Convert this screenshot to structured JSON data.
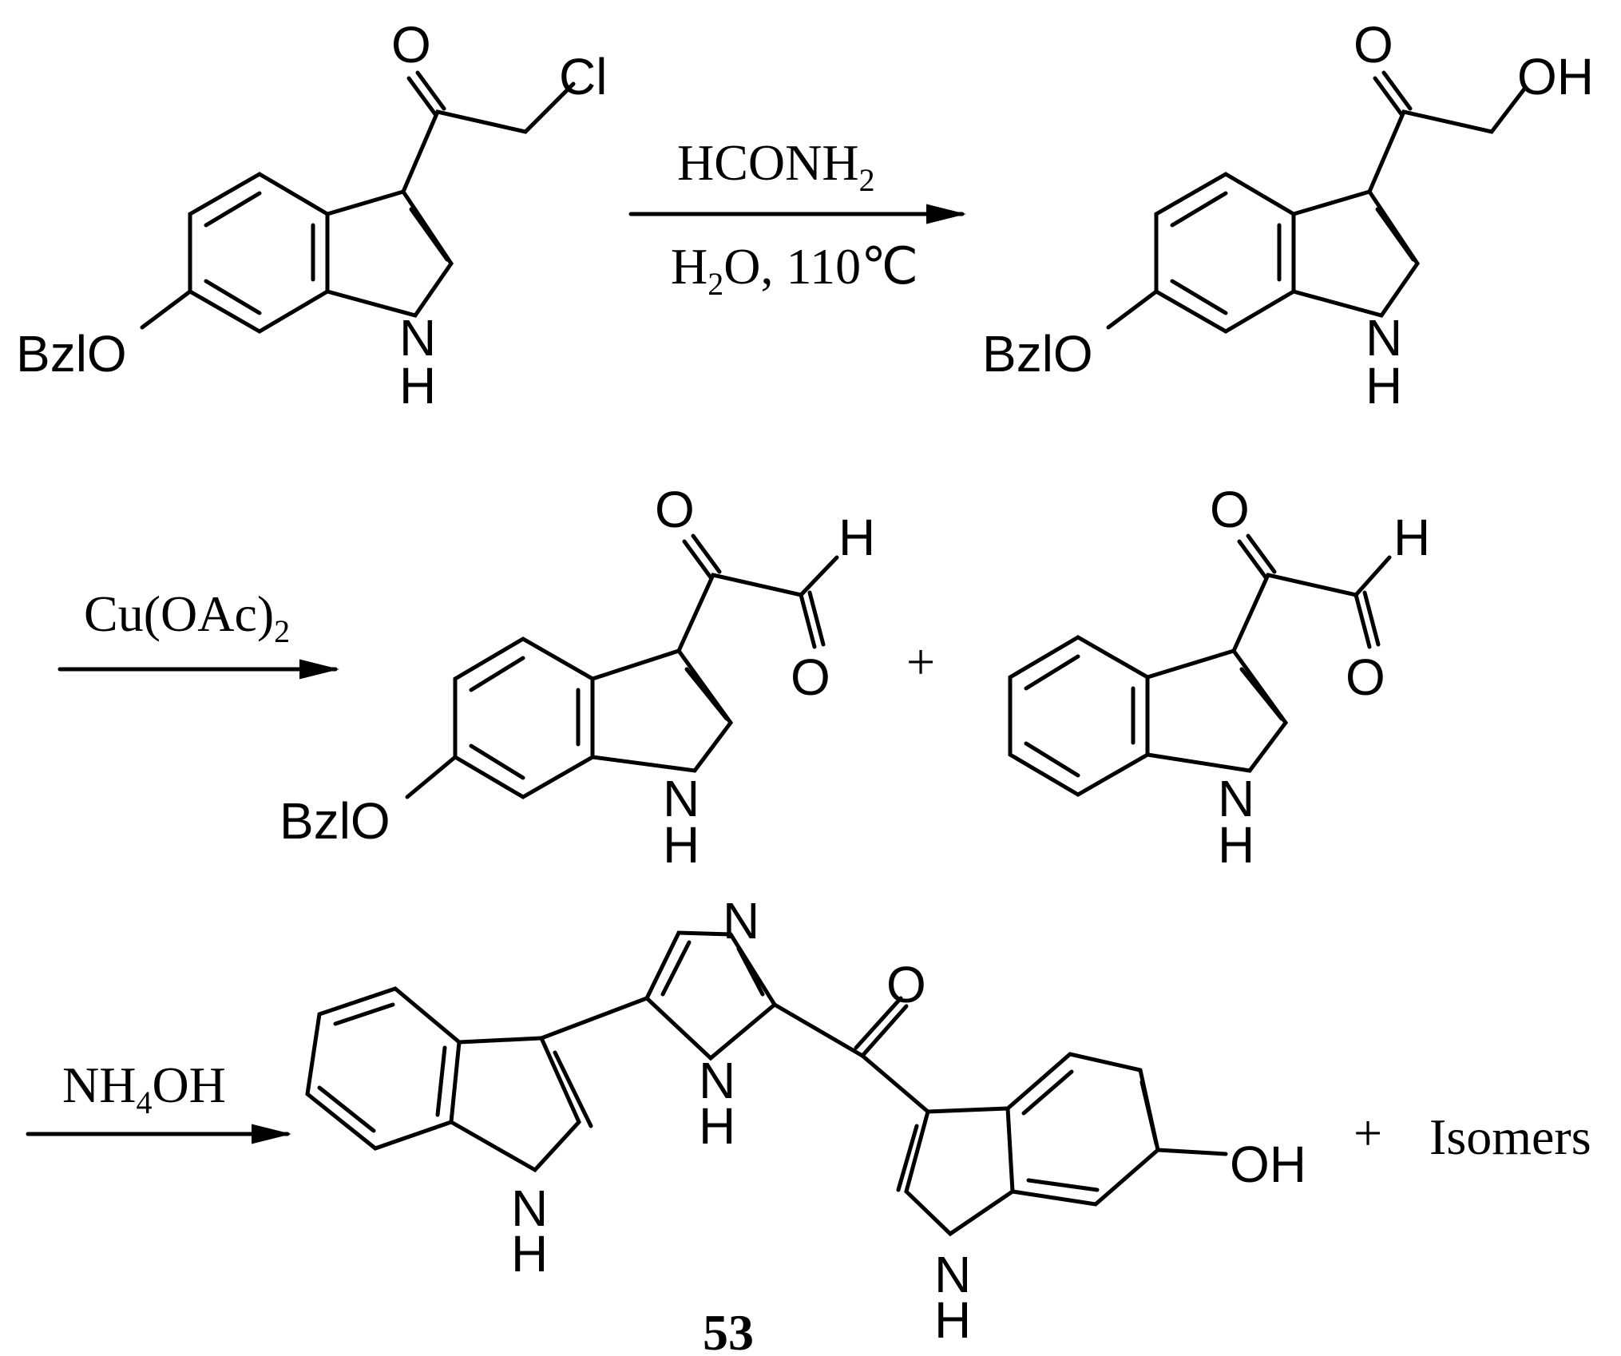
{
  "labels": {
    "O": "O",
    "Cl": "Cl",
    "OH": "OH",
    "H": "H",
    "N": "N",
    "BzlO": "BzlO",
    "plus": "+",
    "isomers": "Isomers",
    "compound_number": "53"
  },
  "reagents": {
    "step1_top": "HCONH",
    "step1_top_sub": "2",
    "step1_bottom_a": "H",
    "step1_bottom_sub": "2",
    "step1_bottom_b": "O, 110℃",
    "step2": "Cu(OAc)",
    "step2_sub": "2",
    "step3_a": "NH",
    "step3_sub": "4",
    "step3_b": "OH"
  }
}
